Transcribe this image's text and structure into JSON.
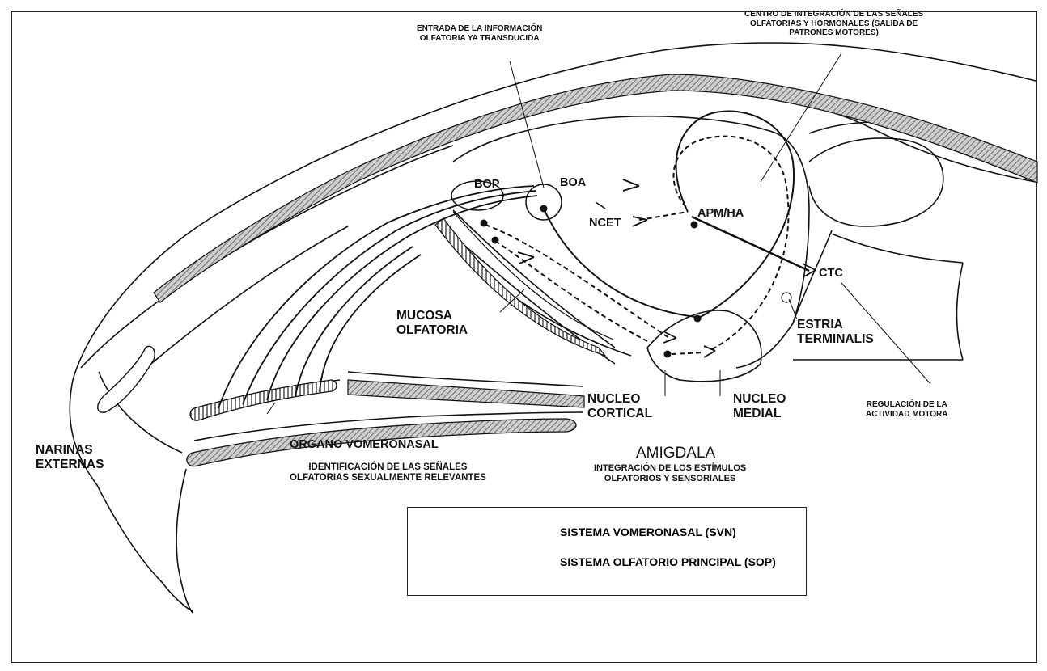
{
  "labels": {
    "entrada": "ENTRADA DE LA INFORMACIÓN\nOLFATORIA YA TRANSDUCIDA",
    "centro": "CENTRO DE INTEGRACIÓN DE LAS SEÑALES\nOLFATORIAS Y HORMONALES (SALIDA DE\nPATRONES MOTORES)",
    "bop": "BOP",
    "boa": "BOA",
    "ncet": "NCET",
    "apm_ha": "APM/HA",
    "ctc": "CTC",
    "estria": "ESTRIA\nTERMINALIS",
    "mucosa": "MUCOSA\nOLFATORIA",
    "nucleo_cortical": "NUCLEO\nCORTICAL",
    "nucleo_medial": "NUCLEO\nMEDIAL",
    "regulacion": "REGULACIÓN DE LA\nACTIVIDAD MOTORA",
    "narinas": "NARINAS\nEXTERNAS",
    "organo": "ORGANO VOMERONASAL",
    "identificacion": "IDENTIFICACIÓN DE LAS SEÑALES\nOLFATORIAS SEXUALMENTE RELEVANTES",
    "amigdala": "AMIGDALA",
    "integracion": "INTEGRACIÓN DE LOS ESTÍMULOS\nOLFATORIOS Y SENSORIALES"
  },
  "legend": {
    "items": [
      {
        "label": "SISTEMA VOMERONASAL (SVN)",
        "style": "solid"
      },
      {
        "label": "SISTEMA OLFATORIO PRINCIPAL (SOP)",
        "style": "dashed"
      }
    ]
  },
  "colors": {
    "stroke": "#111111",
    "hatch_fill": "#8a8a8a",
    "background": "#ffffff"
  }
}
